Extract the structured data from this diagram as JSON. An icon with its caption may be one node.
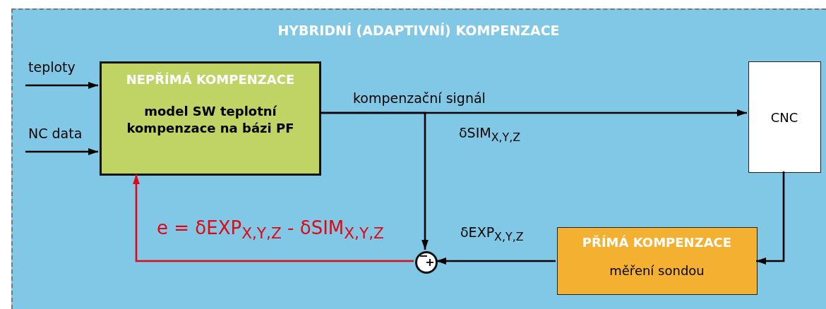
{
  "diagram": {
    "nodes": [
      {
        "text": [
          "HYBRIDNÍ (ADAPTIVNÍ) KOMPENZACE"
        ]
      },
      {
        "text": [
          "NEPŘÍMÁ KOMPENZACE",
          "model SW teplotní kompenzace na bázi PF"
        ],
        "in": 0
      },
      {
        "text": [
          "CNC"
        ],
        "in": 0
      },
      {
        "text": [
          "PŘÍMÁ KOMPENZACE",
          "měření sondou"
        ],
        "in": 0
      },
      {
        "text": [
          "−",
          "+"
        ],
        "in": 0
      }
    ],
    "edges": [
      {
        "from": null,
        "to": 1,
        "arrow": "to",
        "label": "teploty"
      },
      {
        "from": null,
        "to": 1,
        "arrow": "to",
        "label": "NC data"
      },
      {
        "from": 1,
        "to": 2,
        "arrow": "to",
        "label": "kompenzační signál"
      },
      {
        "from": 1,
        "to": 4,
        "arrow": "to",
        "label": "δSIM$_{X,Y,Z}$"
      },
      {
        "from": 2,
        "to": 3,
        "arrow": "to"
      },
      {
        "from": 3,
        "to": 4,
        "arrow": "to",
        "label": "δEXP$_{X,Y,Z}$"
      },
      {
        "from": 4,
        "to": 1,
        "arrow": "to",
        "color": "#e30613",
        "label": "e = δEXP$_{X,Y,Z}$ - δSIM$_{X,Y,Z}$"
      }
    ]
  }
}
